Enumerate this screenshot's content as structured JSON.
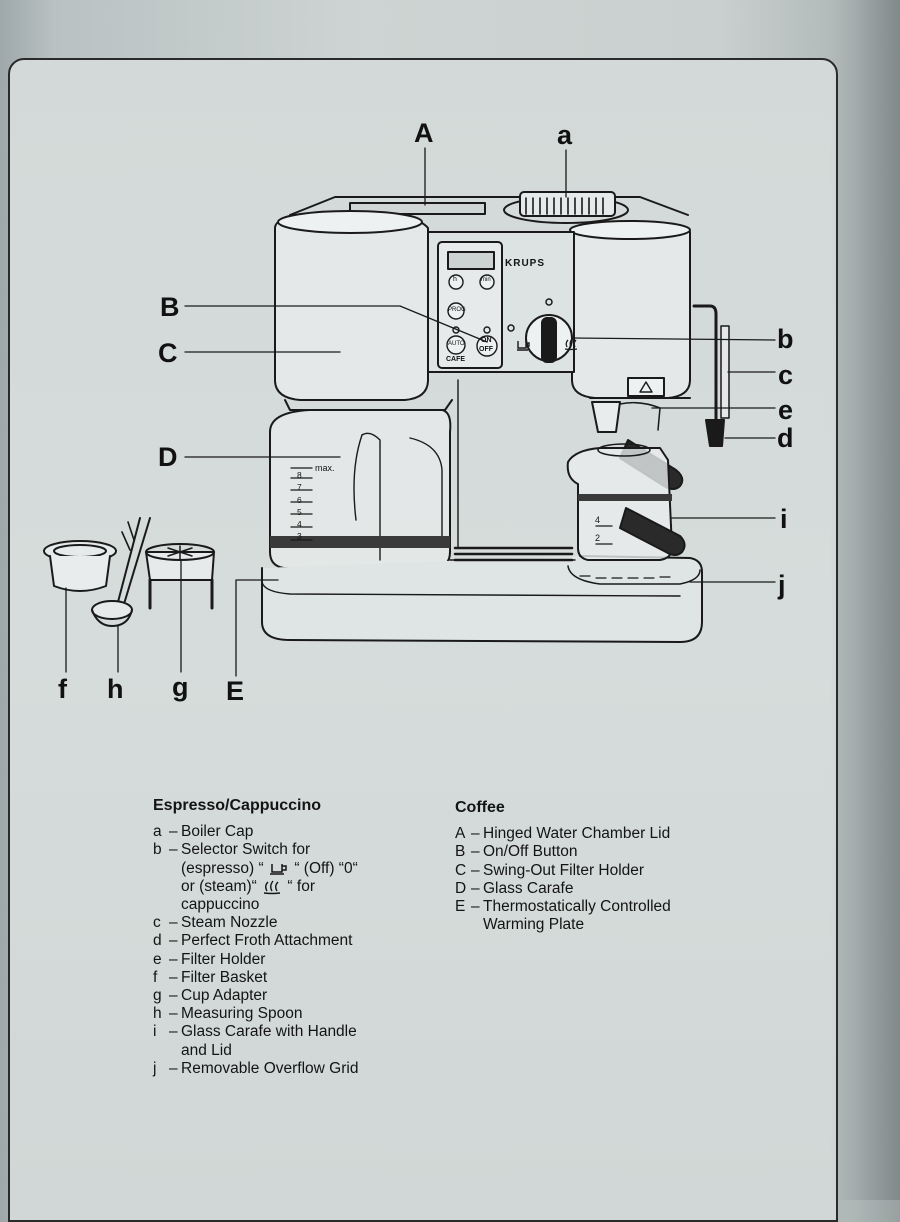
{
  "brand": "KRUPS",
  "panel": {
    "btn_h": "h",
    "btn_min": "min",
    "btn_prog": "PROG",
    "btn_auto": "AUTO",
    "btn_onoff_1": "ON",
    "btn_onoff_2": "OFF",
    "cafe": "CAFE"
  },
  "carafe_scale": {
    "max": "max.",
    "marks": [
      "8",
      "7",
      "6",
      "5",
      "4",
      "3"
    ]
  },
  "small_carafe_marks": [
    "4",
    "2"
  ],
  "labels": {
    "A": "A",
    "a": "a",
    "B": "B",
    "b": "b",
    "C": "C",
    "c": "c",
    "D": "D",
    "d": "d",
    "e": "e",
    "i": "i",
    "j": "j",
    "f": "f",
    "h": "h",
    "g": "g",
    "E": "E"
  },
  "legend": {
    "espresso": {
      "title": "Espresso/Cappuccino",
      "items": [
        {
          "key": "a",
          "text": "Boiler Cap"
        },
        {
          "key": "b",
          "text": "Selector Switch for"
        },
        {
          "key": "",
          "text_parts": [
            "(espresso) “",
            "“ (Off) “0“"
          ]
        },
        {
          "key": "",
          "text_parts": [
            "or (steam)“",
            "“ for"
          ]
        },
        {
          "key": "",
          "text": "cappuccino"
        },
        {
          "key": "c",
          "text": "Steam Nozzle"
        },
        {
          "key": "d",
          "text": "Perfect Froth Attachment"
        },
        {
          "key": "e",
          "text": "Filter Holder"
        },
        {
          "key": "f",
          "text": "Filter Basket"
        },
        {
          "key": "g",
          "text": "Cup Adapter"
        },
        {
          "key": "h",
          "text": "Measuring Spoon"
        },
        {
          "key": "i",
          "text": "Glass Carafe with Handle"
        },
        {
          "key": "",
          "text": "and Lid"
        },
        {
          "key": "j",
          "text": "Removable Overflow Grid"
        }
      ]
    },
    "coffee": {
      "title": "Coffee",
      "items": [
        {
          "key": "A",
          "text": "Hinged Water Chamber Lid"
        },
        {
          "key": "B",
          "text": "On/Off Button"
        },
        {
          "key": "C",
          "text": "Swing-Out Filter Holder"
        },
        {
          "key": "D",
          "text": "Glass Carafe"
        },
        {
          "key": "E",
          "text": "Thermostatically Controlled"
        },
        {
          "key": "",
          "text": "Warming Plate"
        }
      ]
    }
  },
  "icons": [
    "espresso-cup-icon",
    "steam-icon"
  ]
}
